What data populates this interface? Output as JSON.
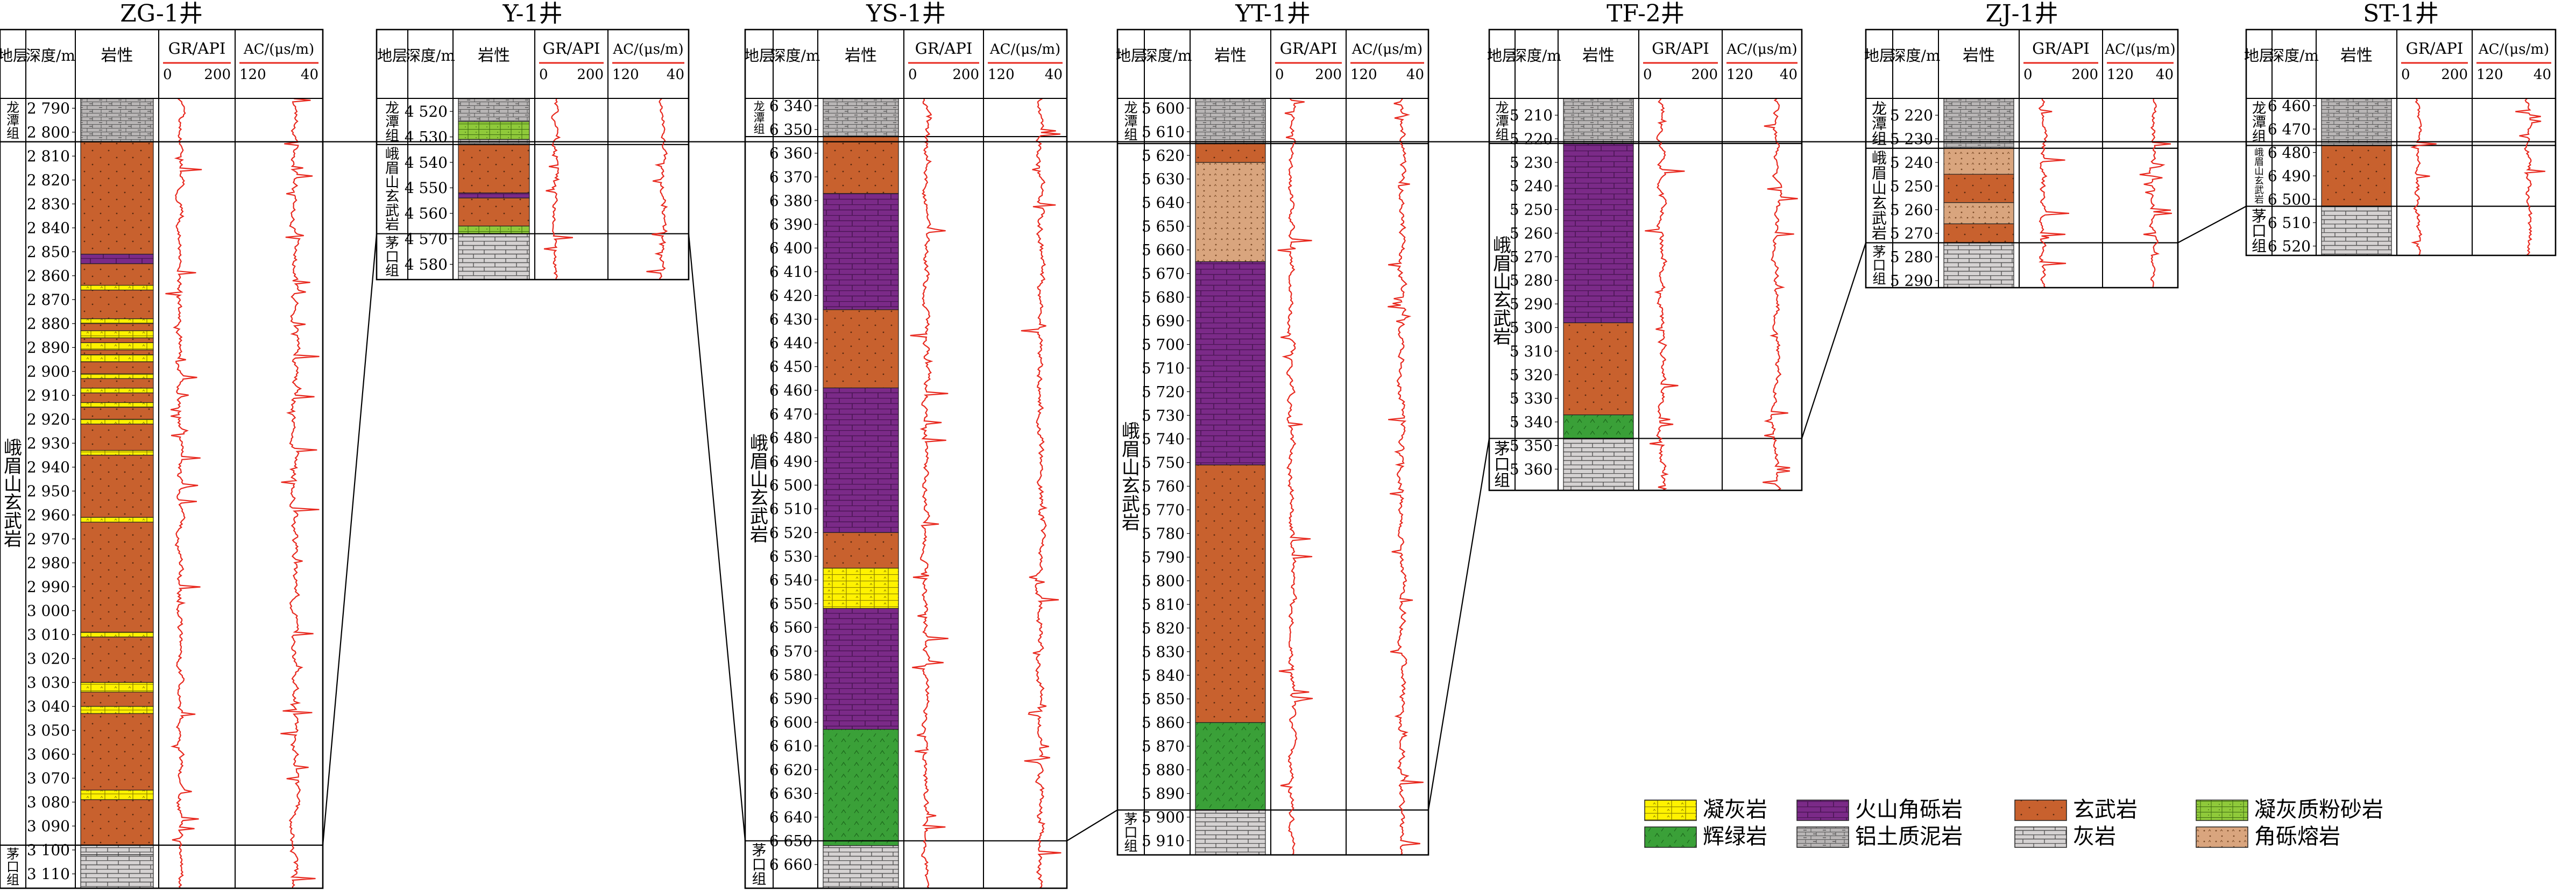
{
  "colors": {
    "basalt": "#C8612E",
    "breccia": "#7B2A88",
    "diabase": "#3AA038",
    "tuff": "#FFF200",
    "tuffsilt": "#8FC93A",
    "lava": "#D9A57E",
    "limestone": "#D5D2D2",
    "bauxite": "#B8B5B5",
    "curve": "#E8291F"
  },
  "headers": {
    "formation": "地层",
    "depth": "深度/m",
    "lith": "岩性",
    "gr": "GR/API",
    "gr_min": "0",
    "gr_max": "200",
    "ac": "AC/(μs/m)",
    "ac_min": "120",
    "ac_max": "40"
  },
  "legend": [
    {
      "key": "tuff",
      "label": "凝灰岩",
      "pattern": "tuff"
    },
    {
      "key": "breccia",
      "label": "火山角砾岩",
      "pattern": "breccia"
    },
    {
      "key": "basalt",
      "label": "玄武岩",
      "pattern": "basalt"
    },
    {
      "key": "tuffsilt",
      "label": "凝灰质粉砂岩",
      "pattern": "tuffsilt"
    },
    {
      "key": "diabase",
      "label": "辉绿岩",
      "pattern": "diabase"
    },
    {
      "key": "bauxite",
      "label": "铝土质泥岩",
      "pattern": "bauxite"
    },
    {
      "key": "limestone",
      "label": "灰岩",
      "pattern": "limestone"
    },
    {
      "key": "lava",
      "label": "角砾熔岩",
      "pattern": "lava"
    }
  ],
  "wells": [
    {
      "name": "ZG-1井",
      "formations": [
        {
          "label": "龙潭组",
          "from": 2786,
          "to": 2804
        },
        {
          "label": "峨眉山玄武岩",
          "from": 2804,
          "to": 3098
        },
        {
          "label": "茅口组",
          "from": 3098,
          "to": 3116
        }
      ],
      "ticks": [
        "2 790",
        "2 800",
        "2 810",
        "2 820",
        "2 830",
        "2 840",
        "2 850",
        "2 860",
        "2 870",
        "2 880",
        "2 890",
        "2 900",
        "2 910",
        "2 920",
        "2 930",
        "2 940",
        "2 950",
        "2 960",
        "2 970",
        "2 980",
        "2 990",
        "3 000",
        "3 010",
        "3 020",
        "3 030",
        "3 040",
        "3 050",
        "3 060",
        "3 070",
        "3 080",
        "3 090",
        "3 100",
        "3 110"
      ],
      "layers": [
        {
          "from": 2786,
          "to": 2804,
          "lith": "bauxite"
        },
        {
          "from": 2804,
          "to": 2851,
          "lith": "basalt"
        },
        {
          "from": 2851,
          "to": 2855,
          "lith": "breccia"
        },
        {
          "from": 2855,
          "to": 2864,
          "lith": "basalt"
        },
        {
          "from": 2864,
          "to": 2866,
          "lith": "tuff"
        },
        {
          "from": 2866,
          "to": 2878,
          "lith": "basalt"
        },
        {
          "from": 2878,
          "to": 2880,
          "lith": "tuff"
        },
        {
          "from": 2880,
          "to": 2883,
          "lith": "basalt"
        },
        {
          "from": 2883,
          "to": 2886,
          "lith": "tuff"
        },
        {
          "from": 2886,
          "to": 2888,
          "lith": "basalt"
        },
        {
          "from": 2888,
          "to": 2891,
          "lith": "tuff"
        },
        {
          "from": 2891,
          "to": 2893,
          "lith": "basalt"
        },
        {
          "from": 2893,
          "to": 2896,
          "lith": "tuff"
        },
        {
          "from": 2896,
          "to": 2901,
          "lith": "basalt"
        },
        {
          "from": 2901,
          "to": 2903,
          "lith": "tuff"
        },
        {
          "from": 2903,
          "to": 2907,
          "lith": "basalt"
        },
        {
          "from": 2907,
          "to": 2909,
          "lith": "tuff"
        },
        {
          "from": 2909,
          "to": 2913,
          "lith": "basalt"
        },
        {
          "from": 2913,
          "to": 2915,
          "lith": "tuff"
        },
        {
          "from": 2915,
          "to": 2920,
          "lith": "basalt"
        },
        {
          "from": 2920,
          "to": 2922,
          "lith": "tuff"
        },
        {
          "from": 2922,
          "to": 2933,
          "lith": "basalt"
        },
        {
          "from": 2933,
          "to": 2935,
          "lith": "tuff"
        },
        {
          "from": 2935,
          "to": 2961,
          "lith": "basalt"
        },
        {
          "from": 2961,
          "to": 2963,
          "lith": "tuff"
        },
        {
          "from": 2963,
          "to": 3009,
          "lith": "basalt"
        },
        {
          "from": 3009,
          "to": 3011,
          "lith": "tuff"
        },
        {
          "from": 3011,
          "to": 3030,
          "lith": "basalt"
        },
        {
          "from": 3030,
          "to": 3034,
          "lith": "tuff"
        },
        {
          "from": 3034,
          "to": 3040,
          "lith": "basalt"
        },
        {
          "from": 3040,
          "to": 3043,
          "lith": "tuff"
        },
        {
          "from": 3043,
          "to": 3075,
          "lith": "basalt"
        },
        {
          "from": 3075,
          "to": 3079,
          "lith": "tuff"
        },
        {
          "from": 3079,
          "to": 3098,
          "lith": "basalt"
        },
        {
          "from": 3098,
          "to": 3102,
          "lith": "limestone"
        },
        {
          "from": 3102,
          "to": 3116,
          "lith": "limestone"
        }
      ]
    },
    {
      "name": "Y-1井",
      "formations": [
        {
          "label": "龙潭组",
          "from": 4515,
          "to": 4533
        },
        {
          "label": "峨眉山玄武岩",
          "from": 4533,
          "to": 4568
        },
        {
          "label": "茅口组",
          "from": 4568,
          "to": 4586
        }
      ],
      "ticks": [
        "4 520",
        "4 530",
        "4 540",
        "4 550",
        "4 560",
        "4 570",
        "4 580"
      ],
      "layers": [
        {
          "from": 4515,
          "to": 4524,
          "lith": "bauxite"
        },
        {
          "from": 4524,
          "to": 4531,
          "lith": "tuffsilt"
        },
        {
          "from": 4531,
          "to": 4533,
          "lith": "bauxite"
        },
        {
          "from": 4533,
          "to": 4552,
          "lith": "basalt"
        },
        {
          "from": 4552,
          "to": 4554,
          "lith": "breccia"
        },
        {
          "from": 4554,
          "to": 4565,
          "lith": "basalt"
        },
        {
          "from": 4565,
          "to": 4568,
          "lith": "tuffsilt"
        },
        {
          "from": 4568,
          "to": 4586,
          "lith": "limestone"
        }
      ]
    },
    {
      "name": "YS-1井",
      "formations": [
        {
          "label": "龙潭组",
          "from": 6337,
          "to": 6353
        },
        {
          "label": "峨眉山玄武岩",
          "from": 6353,
          "to": 6650
        },
        {
          "label": "茅口组",
          "from": 6650,
          "to": 6670
        }
      ],
      "ticks": [
        "6 340",
        "6 350",
        "6 360",
        "6 370",
        "6 380",
        "6 390",
        "6 400",
        "6 410",
        "6 420",
        "6 430",
        "6 440",
        "6 450",
        "6 460",
        "6 470",
        "6 480",
        "6 490",
        "6 500",
        "6 510",
        "6 520",
        "6 530",
        "6 540",
        "6 550",
        "6 560",
        "6 570",
        "6 580",
        "6 590",
        "6 600",
        "6 610",
        "6 620",
        "6 630",
        "6 640",
        "6 650",
        "6 660"
      ],
      "layers": [
        {
          "from": 6337,
          "to": 6353,
          "lith": "bauxite"
        },
        {
          "from": 6353,
          "to": 6377,
          "lith": "basalt"
        },
        {
          "from": 6377,
          "to": 6426,
          "lith": "breccia"
        },
        {
          "from": 6426,
          "to": 6459,
          "lith": "basalt"
        },
        {
          "from": 6459,
          "to": 6520,
          "lith": "breccia"
        },
        {
          "from": 6520,
          "to": 6535,
          "lith": "basalt"
        },
        {
          "from": 6535,
          "to": 6552,
          "lith": "tuff"
        },
        {
          "from": 6552,
          "to": 6603,
          "lith": "breccia"
        },
        {
          "from": 6603,
          "to": 6652,
          "lith": "diabase"
        },
        {
          "from": 6652,
          "to": 6670,
          "lith": "limestone"
        }
      ]
    },
    {
      "name": "YT-1井",
      "formations": [
        {
          "label": "龙潭组",
          "from": 5596,
          "to": 5615
        },
        {
          "label": "峨眉山玄武岩",
          "from": 5615,
          "to": 5897
        },
        {
          "label": "茅口组",
          "from": 5897,
          "to": 5916
        }
      ],
      "ticks": [
        "5 600",
        "5 610",
        "5 620",
        "5 630",
        "5 640",
        "5 650",
        "5 660",
        "5 670",
        "5 680",
        "5 690",
        "5 700",
        "5 710",
        "5 720",
        "5 730",
        "5 740",
        "5 750",
        "5 760",
        "5 770",
        "5 780",
        "5 790",
        "5 800",
        "5 810",
        "5 820",
        "5 830",
        "5 840",
        "5 850",
        "5 860",
        "5 870",
        "5 880",
        "5 890",
        "5 900",
        "5 910"
      ],
      "layers": [
        {
          "from": 5596,
          "to": 5615,
          "lith": "bauxite"
        },
        {
          "from": 5615,
          "to": 5623,
          "lith": "basalt"
        },
        {
          "from": 5623,
          "to": 5665,
          "lith": "lava"
        },
        {
          "from": 5665,
          "to": 5751,
          "lith": "breccia"
        },
        {
          "from": 5751,
          "to": 5860,
          "lith": "basalt"
        },
        {
          "from": 5860,
          "to": 5897,
          "lith": "diabase"
        },
        {
          "from": 5897,
          "to": 5916,
          "lith": "limestone"
        }
      ]
    },
    {
      "name": "TF-2井",
      "formations": [
        {
          "label": "龙潭组",
          "from": 5203,
          "to": 5222
        },
        {
          "label": "峨眉山玄武岩",
          "from": 5222,
          "to": 5347
        },
        {
          "label": "茅口组",
          "from": 5347,
          "to": 5369
        }
      ],
      "ticks": [
        "5 210",
        "5 220",
        "5 230",
        "5 240",
        "5 250",
        "5 260",
        "5 270",
        "5 280",
        "5 290",
        "5 300",
        "5 310",
        "5 320",
        "5 330",
        "5 340",
        "5 350",
        "5 360"
      ],
      "layers": [
        {
          "from": 5203,
          "to": 5222,
          "lith": "bauxite"
        },
        {
          "from": 5222,
          "to": 5298,
          "lith": "breccia"
        },
        {
          "from": 5298,
          "to": 5337,
          "lith": "basalt"
        },
        {
          "from": 5337,
          "to": 5347,
          "lith": "diabase"
        },
        {
          "from": 5347,
          "to": 5369,
          "lith": "limestone"
        }
      ]
    },
    {
      "name": "ZJ-1井",
      "formations": [
        {
          "label": "龙潭组",
          "from": 5213,
          "to": 5234
        },
        {
          "label": "峨眉山玄武岩",
          "from": 5234,
          "to": 5274
        },
        {
          "label": "茅口组",
          "from": 5274,
          "to": 5293
        }
      ],
      "ticks": [
        "5 220",
        "5 230",
        "5 240",
        "5 250",
        "5 260",
        "5 270",
        "5 280",
        "5 290"
      ],
      "layers": [
        {
          "from": 5213,
          "to": 5234,
          "lith": "bauxite"
        },
        {
          "from": 5234,
          "to": 5245,
          "lith": "lava"
        },
        {
          "from": 5245,
          "to": 5257,
          "lith": "basalt"
        },
        {
          "from": 5257,
          "to": 5266,
          "lith": "lava"
        },
        {
          "from": 5266,
          "to": 5274,
          "lith": "basalt"
        },
        {
          "from": 5274,
          "to": 5293,
          "lith": "limestone"
        }
      ]
    },
    {
      "name": "ST-1井",
      "formations": [
        {
          "label": "龙潭组",
          "from": 6457,
          "to": 6477
        },
        {
          "label": "峨眉山玄武岩",
          "from": 6477,
          "to": 6503
        },
        {
          "label": "茅口组",
          "from": 6503,
          "to": 6524
        }
      ],
      "ticks": [
        "6 460",
        "6 470",
        "6 480",
        "6 490",
        "6 500",
        "6 510",
        "6 520"
      ],
      "layers": [
        {
          "from": 6457,
          "to": 6477,
          "lith": "bauxite"
        },
        {
          "from": 6477,
          "to": 6503,
          "lith": "basalt"
        },
        {
          "from": 6503,
          "to": 6524,
          "lith": "limestone"
        }
      ]
    }
  ]
}
